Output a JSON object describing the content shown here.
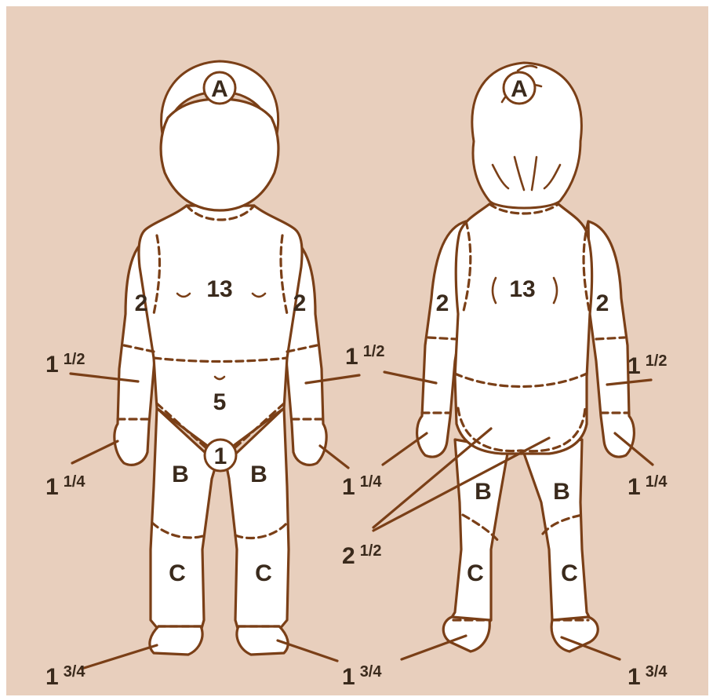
{
  "colors": {
    "background": "#e8cfbd",
    "outline": "#7a3f17",
    "text": "#3a2a1c",
    "figure_fill": "#ffffff"
  },
  "front": {
    "head": "A",
    "chest": "13",
    "upper_arm_left": "2",
    "upper_arm_right": "2",
    "abdomen": "5",
    "genitals": "1",
    "thigh_left": "B",
    "thigh_right": "B",
    "leg_left": "C",
    "leg_right": "C",
    "forearm_left": {
      "whole": "1",
      "frac": "1/2"
    },
    "forearm_right": {
      "whole": "1",
      "frac": "1/2"
    },
    "hand_left": {
      "whole": "1",
      "frac": "1/4"
    },
    "hand_right": {
      "whole": "1",
      "frac": "1/4"
    },
    "foot_left": {
      "whole": "1",
      "frac": "3/4"
    },
    "foot_right": {
      "whole": "1",
      "frac": "3/4"
    }
  },
  "back": {
    "head": "A",
    "back": "13",
    "upper_arm_left": "2",
    "upper_arm_right": "2",
    "thigh_left": "B",
    "thigh_right": "B",
    "leg_left": "C",
    "leg_right": "C",
    "forearm_right": {
      "whole": "1",
      "frac": "1/2"
    },
    "hand_right": {
      "whole": "1",
      "frac": "1/4"
    },
    "foot_right": {
      "whole": "1",
      "frac": "3/4"
    },
    "buttocks": {
      "whole": "2",
      "frac": "1/2"
    }
  }
}
